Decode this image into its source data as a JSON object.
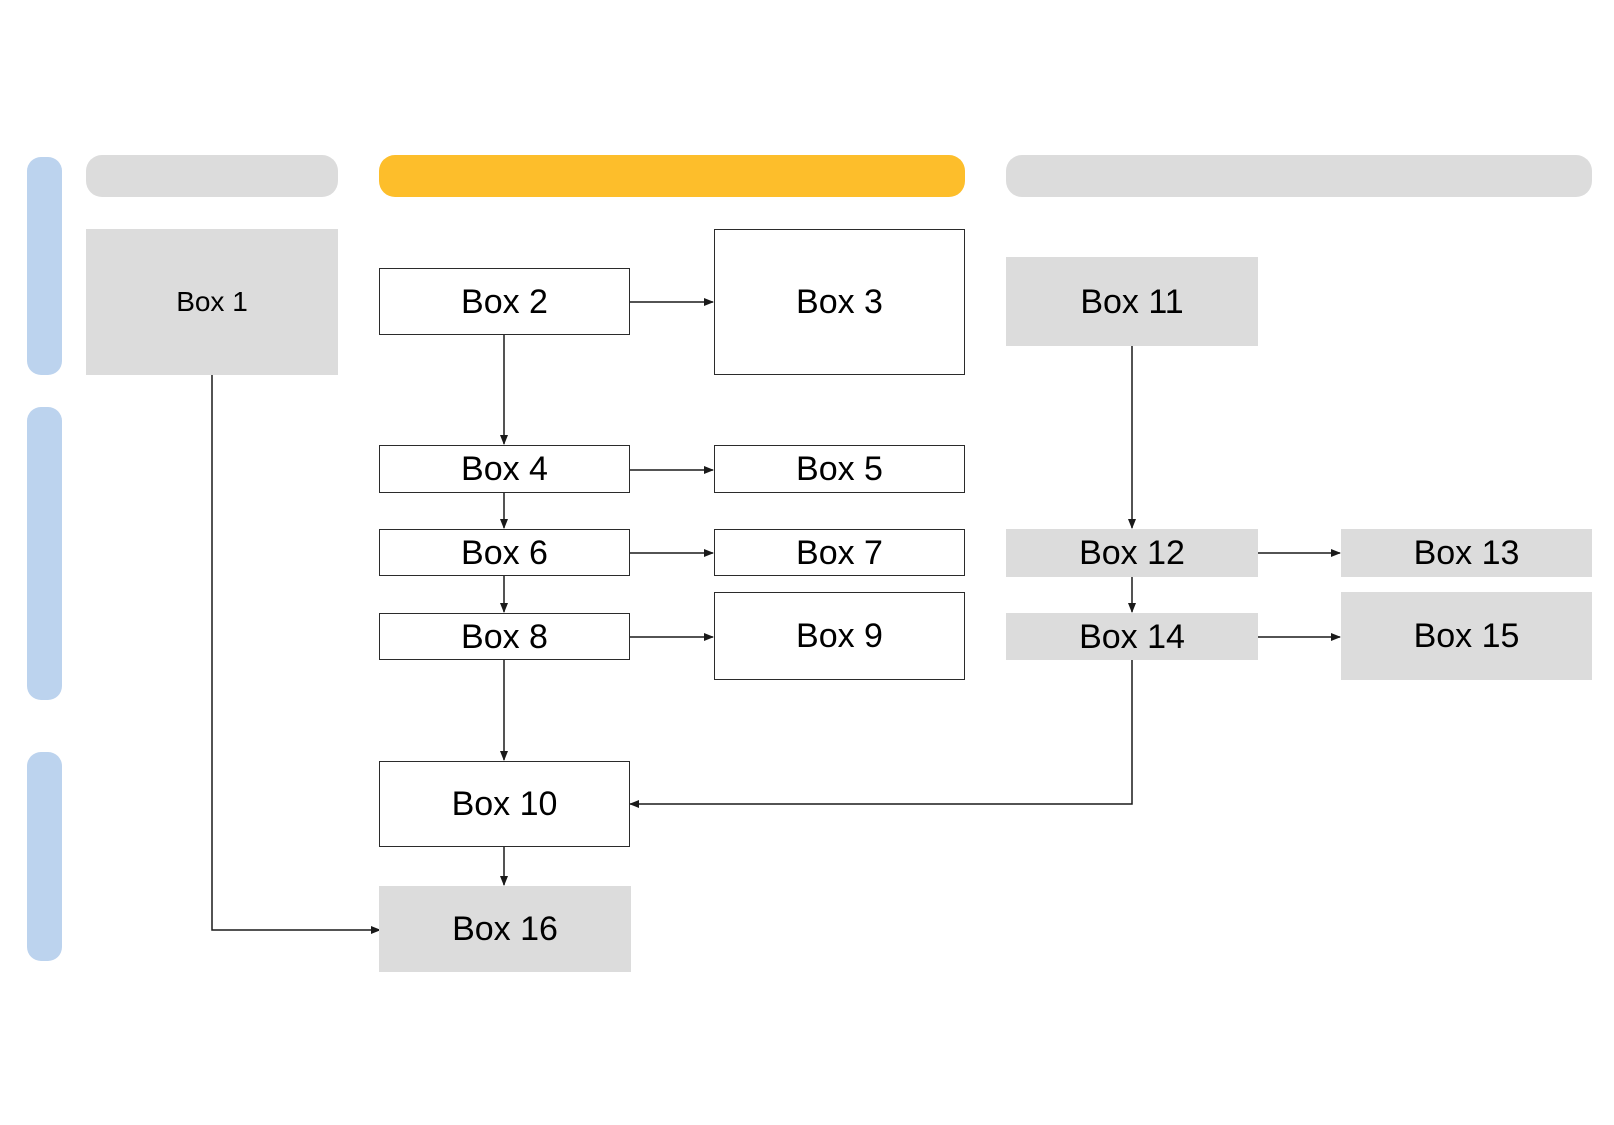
{
  "colors": {
    "lane_header_gray": "#dcdcdc",
    "lane_header_highlight": "#fdbe2b",
    "row_bar": "#bcd3ee",
    "box_gray": "#dcdcdc",
    "box_white": "#ffffff",
    "edge": "#1a1a1a"
  },
  "lane_headers": [
    {
      "label": ""
    },
    {
      "label": ""
    },
    {
      "label": ""
    }
  ],
  "row_bars": [
    {
      "label": ""
    },
    {
      "label": ""
    },
    {
      "label": ""
    }
  ],
  "boxes": {
    "box1": "Box 1",
    "box2": "Box 2",
    "box3": "Box 3",
    "box4": "Box 4",
    "box5": "Box 5",
    "box6": "Box 6",
    "box7": "Box 7",
    "box8": "Box 8",
    "box9": "Box 9",
    "box10": "Box 10",
    "box11": "Box 11",
    "box12": "Box 12",
    "box13": "Box 13",
    "box14": "Box 14",
    "box15": "Box 15",
    "box16": "Box 16"
  },
  "edges": [
    {
      "from": "Box 1",
      "to": "Box 16"
    },
    {
      "from": "Box 2",
      "to": "Box 3"
    },
    {
      "from": "Box 2",
      "to": "Box 4"
    },
    {
      "from": "Box 4",
      "to": "Box 5"
    },
    {
      "from": "Box 4",
      "to": "Box 6"
    },
    {
      "from": "Box 6",
      "to": "Box 7"
    },
    {
      "from": "Box 6",
      "to": "Box 8"
    },
    {
      "from": "Box 8",
      "to": "Box 9"
    },
    {
      "from": "Box 8",
      "to": "Box 10"
    },
    {
      "from": "Box 10",
      "to": "Box 16"
    },
    {
      "from": "Box 11",
      "to": "Box 12"
    },
    {
      "from": "Box 12",
      "to": "Box 13"
    },
    {
      "from": "Box 12",
      "to": "Box 14"
    },
    {
      "from": "Box 14",
      "to": "Box 15"
    },
    {
      "from": "Box 14",
      "to": "Box 10"
    }
  ]
}
